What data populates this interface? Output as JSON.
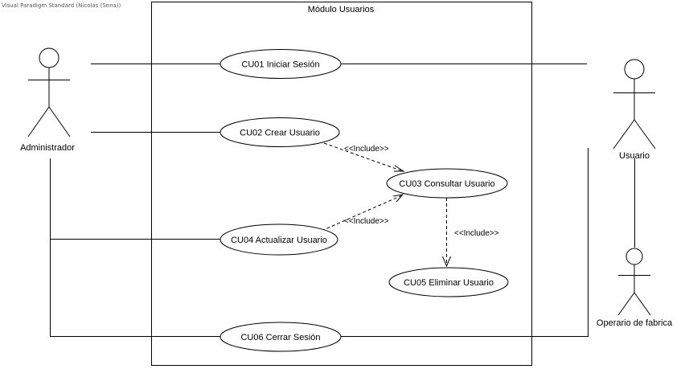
{
  "watermark": "Visual Paradigm Standard (Nicolas (Sena))",
  "system_boundary": {
    "title": "Módulo Usuarios"
  },
  "actors": {
    "admin": {
      "name": "Administrador"
    },
    "usuario": {
      "name": "Usuario"
    },
    "operario": {
      "name": "Operario de fabrica"
    }
  },
  "use_cases": {
    "cu01": "CU01 Iniciar Sesión",
    "cu02": "CU02 Crear Usuario",
    "cu03": "CU03 Consultar Usuario",
    "cu04": "CU04 Actualizar Usuario",
    "cu05": "CU05 Eliminar Usuario",
    "cu06": "CU06 Cerrar Sesión"
  },
  "relationships": {
    "include_label": "<<Include>>"
  }
}
